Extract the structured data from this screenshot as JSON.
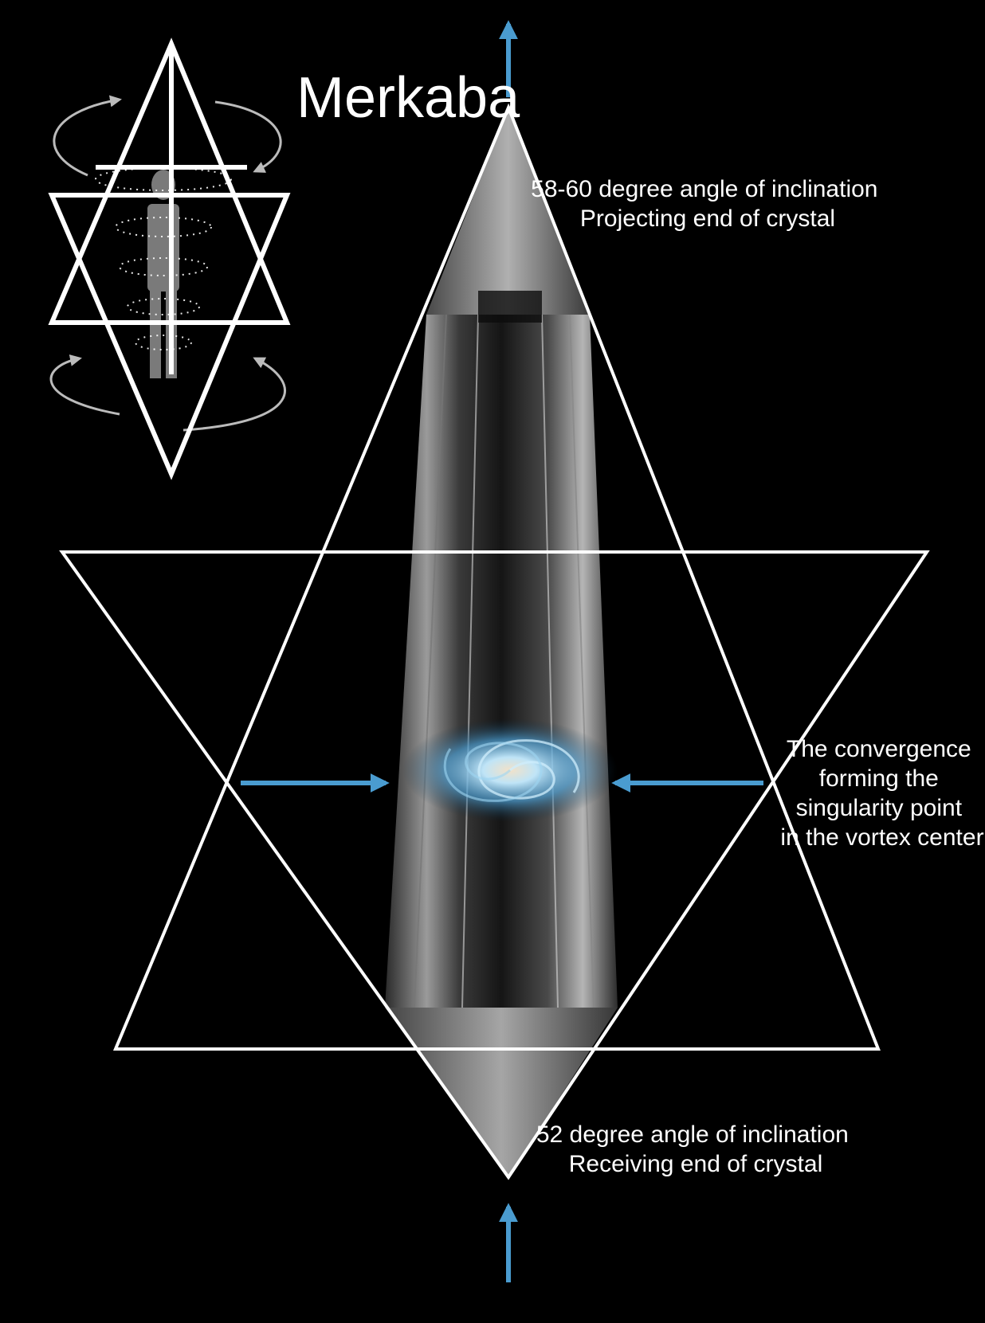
{
  "title": "Merkaba",
  "annotations": {
    "top": [
      "58-60 degree angle of inclination",
      "Projecting end of crystal"
    ],
    "right": [
      "The convergence",
      "forming the",
      "singularity point",
      "in the vortex center"
    ],
    "bottom": [
      "52 degree angle of inclination",
      "Receiving end of crystal"
    ]
  },
  "colors": {
    "background": "#000000",
    "lines": "#ffffff",
    "arrows": "#4a9cd0",
    "vortex": "#8ccff5"
  },
  "icons": [
    "merkaba-star-tetrahedron-icon",
    "human-figure-icon",
    "rotation-arrow-icon",
    "crystal-wand-image",
    "galaxy-vortex-image"
  ]
}
